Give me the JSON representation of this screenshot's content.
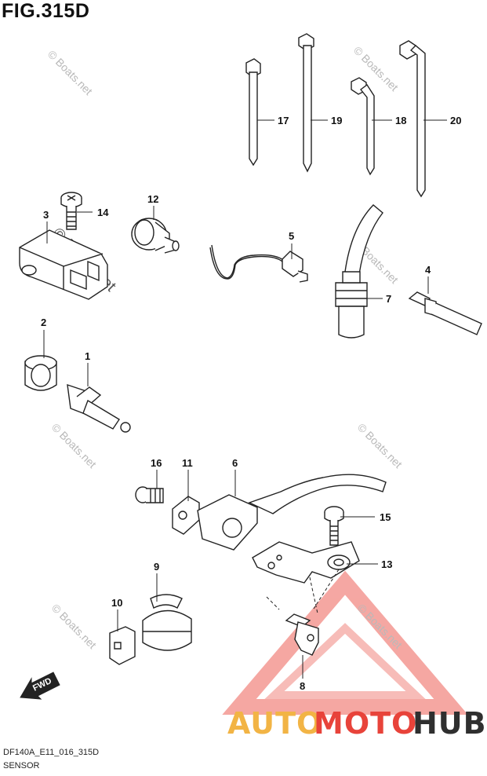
{
  "figure": {
    "title": "FIG.315D",
    "code": "DF140A_E11_016_315D",
    "caption": "SENSOR"
  },
  "watermark": {
    "text": "© Boats.net",
    "brand_auto": "AUTO",
    "brand_moto": "MOTO",
    "brand_hub": "HUB",
    "color_auto": "#f2b445",
    "color_moto": "#e8433a",
    "color_hub": "#2f2f2f"
  },
  "fwd_label": "FWD",
  "callouts": [
    "1",
    "2",
    "3",
    "4",
    "5",
    "6",
    "7",
    "8",
    "9",
    "10",
    "11",
    "12",
    "13",
    "14",
    "15",
    "16",
    "17",
    "18",
    "19",
    "20"
  ]
}
